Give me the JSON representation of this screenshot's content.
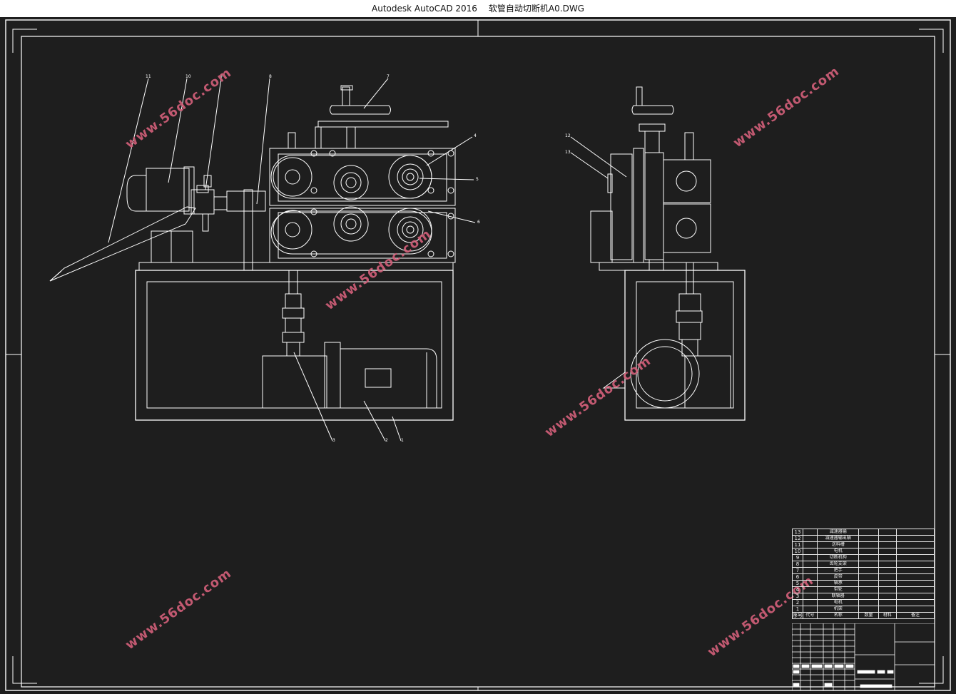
{
  "window": {
    "app_title": "Autodesk AutoCAD 2016",
    "file_name": "软管自动切断机A0.DWG"
  },
  "watermark": "www.56doc.com",
  "callouts": [
    "1",
    "2",
    "3",
    "4",
    "5",
    "6",
    "7",
    "8",
    "9",
    "10",
    "11",
    "12",
    "13"
  ],
  "bom": {
    "rows": [
      {
        "no": "13",
        "name": "减速器输"
      },
      {
        "no": "12",
        "name": "减速器输出轴"
      },
      {
        "no": "11",
        "name": "送料槽"
      },
      {
        "no": "10",
        "name": "电机"
      },
      {
        "no": "9",
        "name": "切断机构"
      },
      {
        "no": "8",
        "name": "齿轮支架"
      },
      {
        "no": "7",
        "name": "把手"
      },
      {
        "no": "6",
        "name": "皮带"
      },
      {
        "no": "5",
        "name": "轴承"
      },
      {
        "no": "4",
        "name": "带轮"
      },
      {
        "no": "3",
        "name": "联轴器"
      },
      {
        "no": "2",
        "name": "电机"
      },
      {
        "no": "1",
        "name": "机架"
      }
    ],
    "header": {
      "no": "序号",
      "code": "代号",
      "name": "名称",
      "qty": "数量",
      "material": "材料",
      "note": "备注"
    }
  },
  "colors": {
    "background": "#1e1e1e",
    "lines": "#ffffff",
    "watermark": "#d4607a"
  }
}
